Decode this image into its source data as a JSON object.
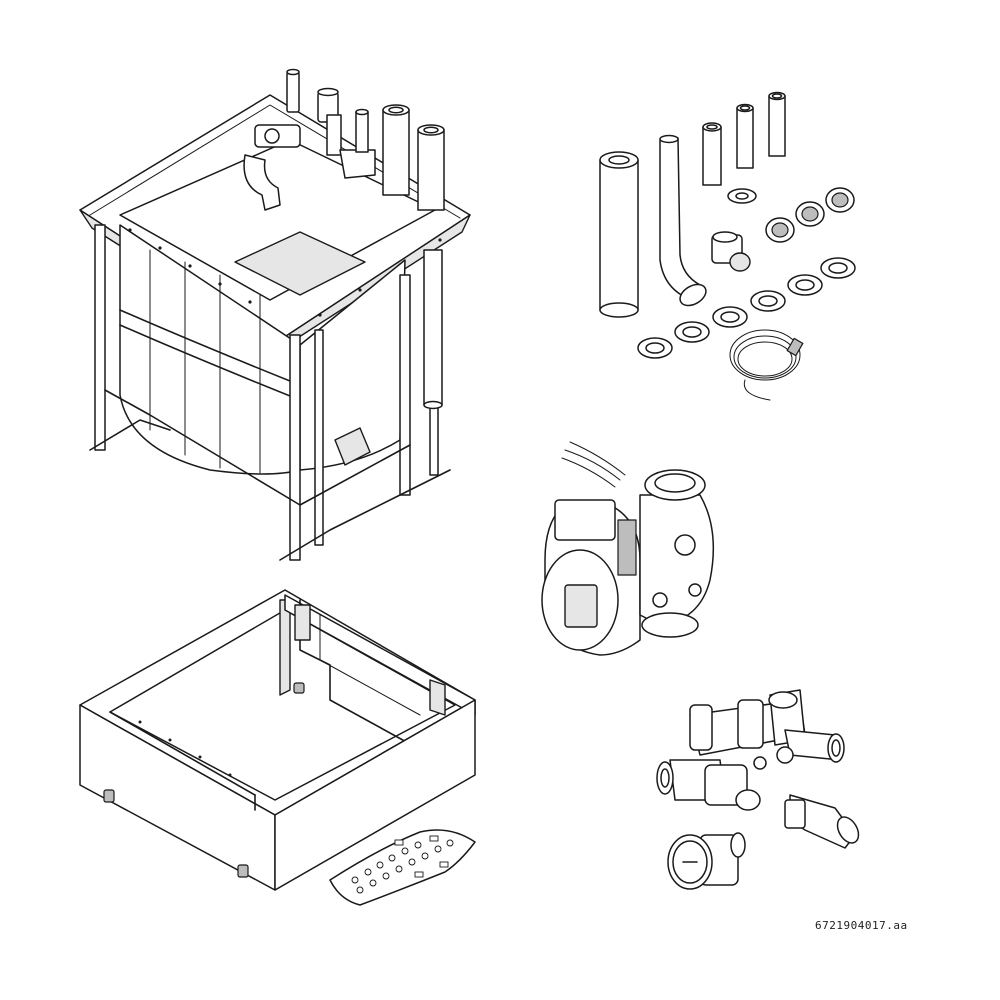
{
  "drawing": {
    "reference_code": "6721904017.aa"
  },
  "components": [
    {
      "name": "tank-frame-unit"
    },
    {
      "name": "pipe-fittings-kit"
    },
    {
      "name": "circulation-pump"
    },
    {
      "name": "base-stand"
    },
    {
      "name": "hardware-bag"
    },
    {
      "name": "valve-group"
    }
  ]
}
